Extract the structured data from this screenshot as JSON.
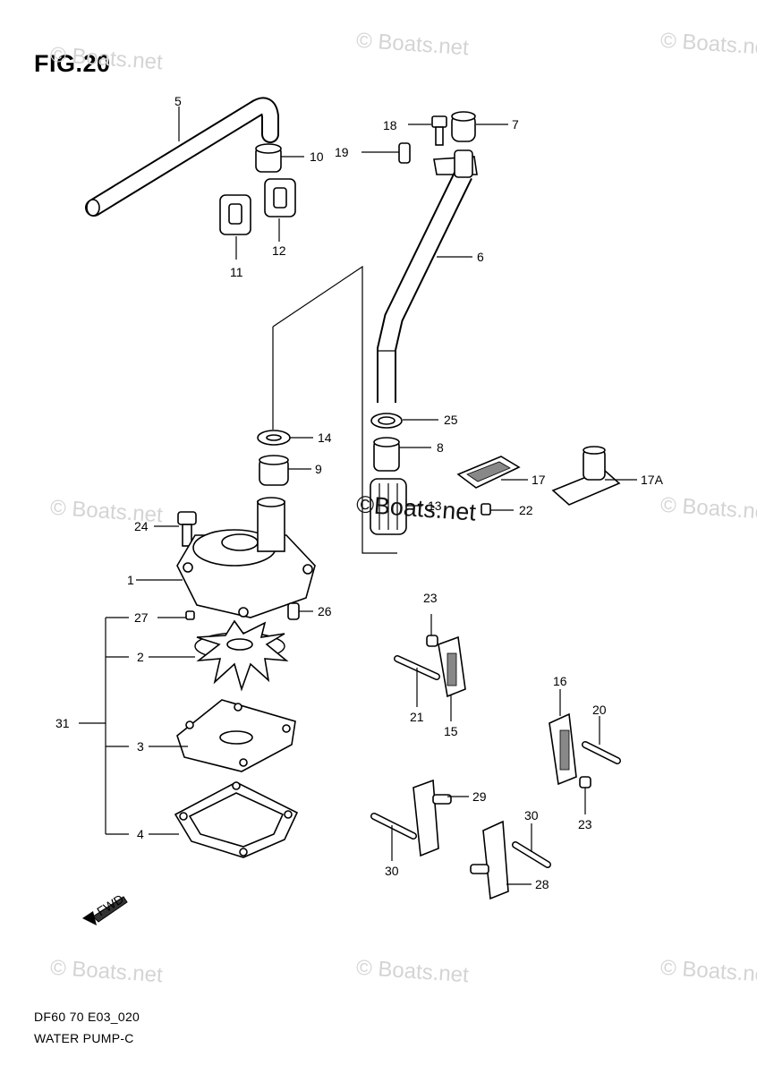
{
  "figure": {
    "title": "FIG.20",
    "footer_line1": "DF60 70 E03_020",
    "footer_line2": "WATER PUMP-C",
    "watermark": "© Boats.net",
    "center_watermark": "©Boats.net",
    "fwd_label": "FWD"
  },
  "callouts": {
    "c1": "1",
    "c2": "2",
    "c3": "3",
    "c4": "4",
    "c5": "5",
    "c6": "6",
    "c7": "7",
    "c8": "8",
    "c9": "9",
    "c10": "10",
    "c11": "11",
    "c12": "12",
    "c13": "13",
    "c14": "14",
    "c15": "15",
    "c16": "16",
    "c17": "17",
    "c17a": "17A",
    "c18": "18",
    "c19": "19",
    "c20": "20",
    "c21": "21",
    "c22": "22",
    "c23a": "23",
    "c23b": "23",
    "c24": "24",
    "c25": "25",
    "c26": "26",
    "c27": "27",
    "c28": "28",
    "c29": "29",
    "c30a": "30",
    "c30b": "30",
    "c31": "31"
  }
}
